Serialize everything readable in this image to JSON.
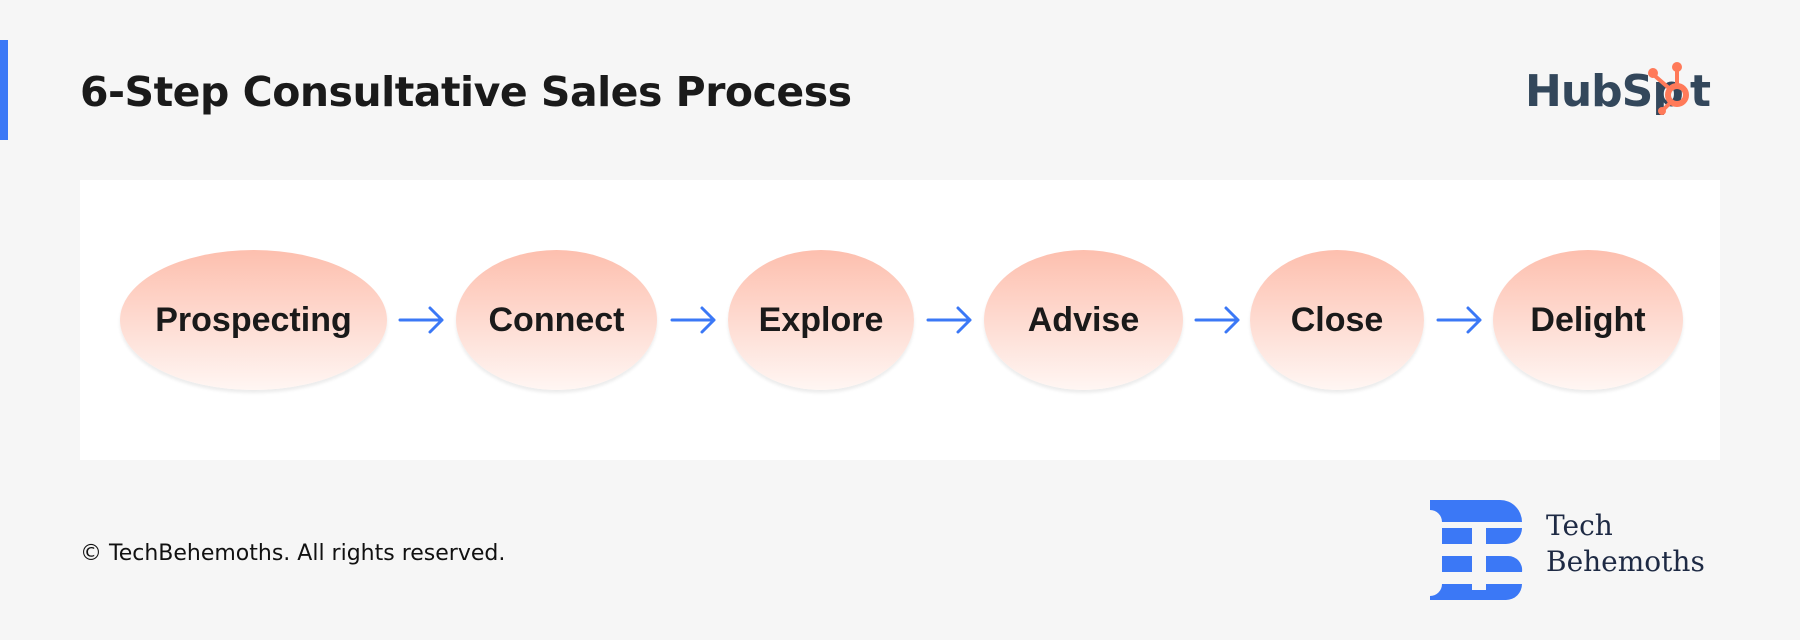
{
  "title": "6-Step Consultative Sales Process",
  "brand_logo": "HubSpot",
  "steps": [
    {
      "label": "Prospecting"
    },
    {
      "label": "Connect"
    },
    {
      "label": "Explore"
    },
    {
      "label": "Advise"
    },
    {
      "label": "Close"
    },
    {
      "label": "Delight"
    }
  ],
  "footer": "© TechBehemoths. All rights reserved.",
  "publisher": {
    "line1": "Tech",
    "line2": "Behemoths"
  },
  "colors": {
    "accent": "#3b78f6",
    "step_top": "#fdbfae",
    "hubspot_dark": "#33475b",
    "hubspot_orange": "#ff7a59"
  }
}
